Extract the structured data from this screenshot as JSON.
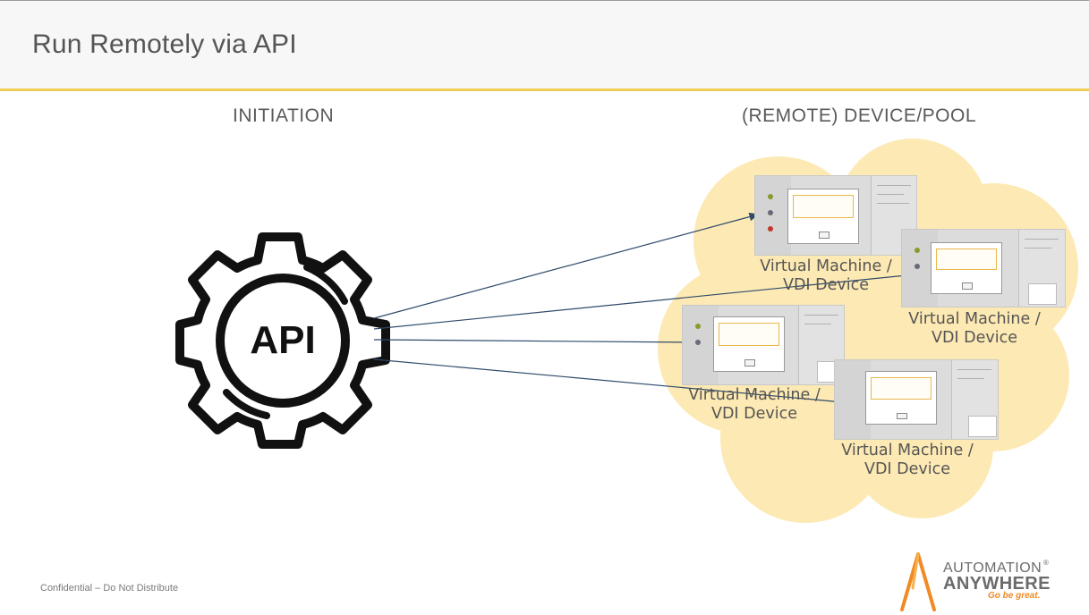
{
  "slide": {
    "title": "Run Remotely via API",
    "left_heading": "INITIATION",
    "right_heading": "(REMOTE) DEVICE/POOL",
    "footer": "Confidential – Do Not Distribute"
  },
  "api_icon": {
    "label": "API",
    "icon": "gear-icon"
  },
  "devices": [
    {
      "label_line1": "Virtual Machine /",
      "label_line2": "VDI Device"
    },
    {
      "label_line1": "Virtual Machine /",
      "label_line2": "VDI Device"
    },
    {
      "label_line1": "Virtual Machine /",
      "label_line2": "VDI Device"
    },
    {
      "label_line1": "Virtual Machine /",
      "label_line2": "VDI Device"
    }
  ],
  "logo": {
    "line1": "AUTOMATION",
    "line2": "ANYWHERE",
    "tagline": "Go be great.",
    "registered": "®"
  },
  "colors": {
    "accent_rule": "#f1cc55",
    "cloud_fill": "#fde9b3",
    "arrow": "#2e4a6b",
    "brand_orange": "#f08a24"
  }
}
